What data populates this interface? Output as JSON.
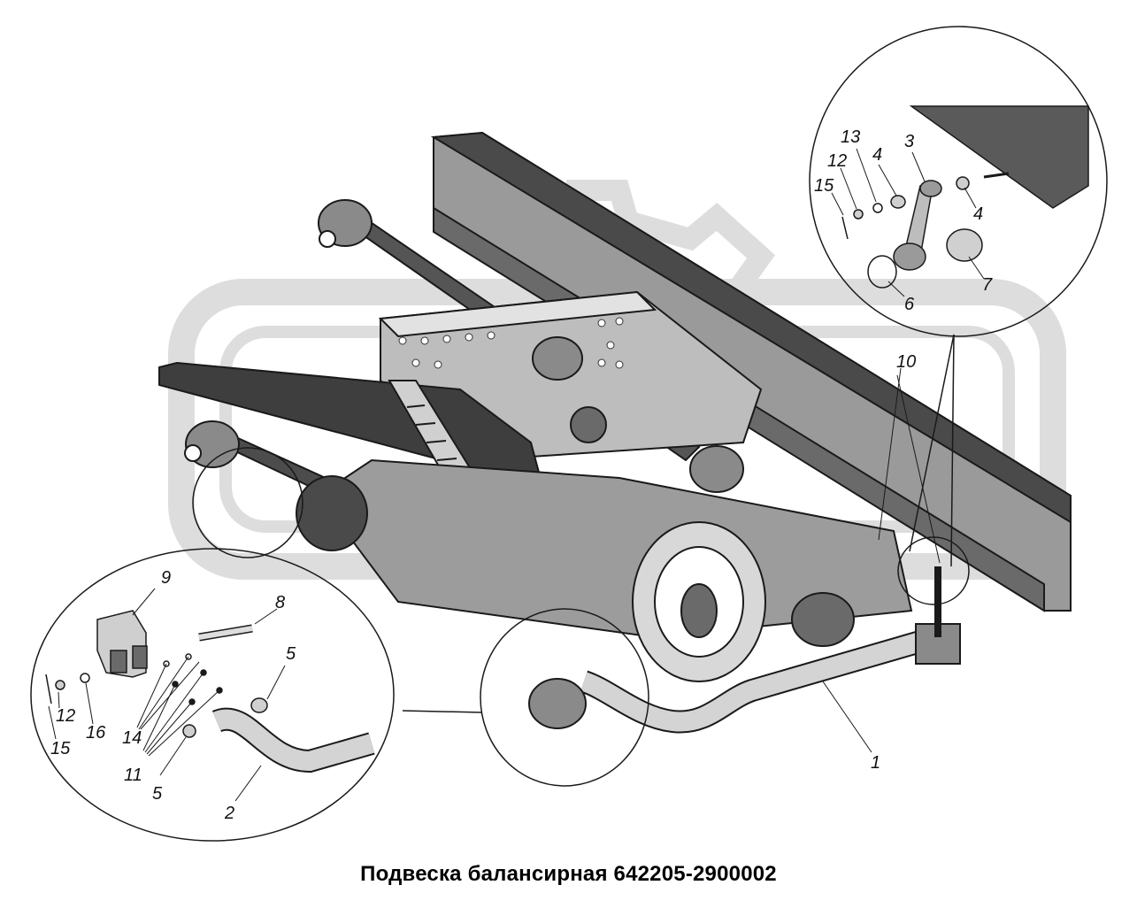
{
  "diagram": {
    "caption": "Подвеска балансирная 642205-2900002",
    "callouts": {
      "detail_top": [
        "13",
        "3",
        "12",
        "4",
        "15",
        "4",
        "7",
        "6"
      ],
      "main": [
        "10",
        "1"
      ],
      "detail_bottom": [
        "9",
        "8",
        "5",
        "12",
        "16",
        "14",
        "15",
        "11",
        "5",
        "2"
      ]
    },
    "colors": {
      "line": "#1a1a1a",
      "frame_dark": "#3a3a3a",
      "body_gray": "#8c8c8c",
      "light_gray": "#c8c8c8",
      "watermark": "#dcdcdc"
    }
  }
}
